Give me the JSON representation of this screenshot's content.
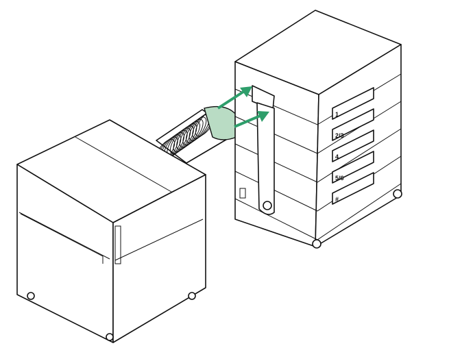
{
  "filter_labels": [
    "1",
    "2/3",
    "4",
    "5/6",
    "#"
  ],
  "colors": {
    "arrow": "#2e9e6b",
    "hose_band": "#b9dcc4",
    "line": "#111111"
  }
}
